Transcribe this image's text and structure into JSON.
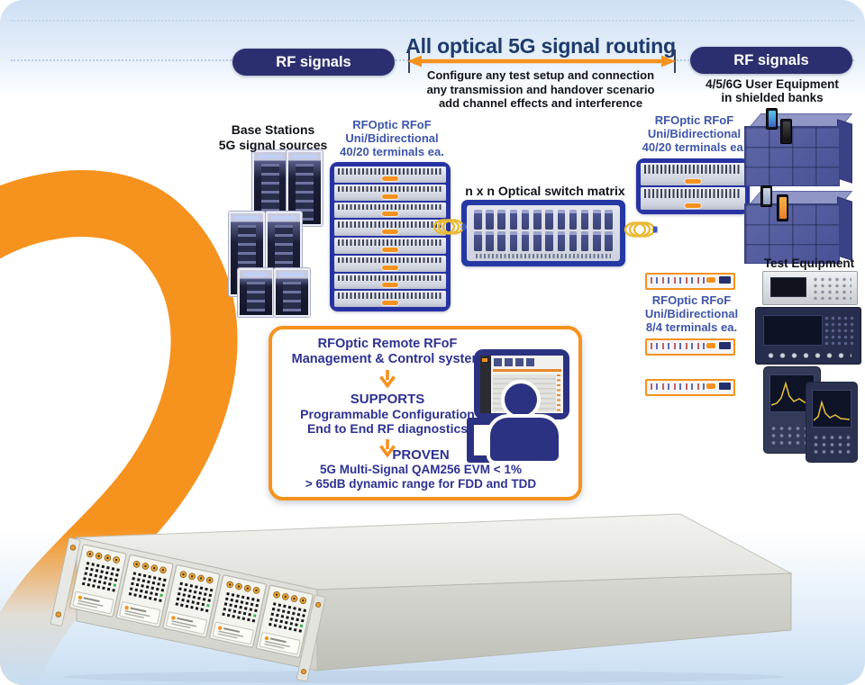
{
  "header": {
    "title": "All optical 5G signal routing",
    "subtitle_lines": {
      "0": "Configure any test setup and connection",
      "1": "any transmission and handover scenario",
      "2": "add channel effects and interference"
    },
    "left_badge": "RF signals",
    "right_badge": "RF signals",
    "right_caption": {
      "0": "4/5/6G User Equipment",
      "1": "in shielded banks"
    }
  },
  "left_column": {
    "base_stations": {
      "0": "Base Stations",
      "1": "5G signal sources"
    },
    "rfof_label": {
      "0": "RFOptic RFoF",
      "1": "Uni/Bidirectional",
      "2": "40/20 terminals ea."
    }
  },
  "center": {
    "matrix_label": "n x n Optical switch matrix"
  },
  "right_column": {
    "rfof_top_label": {
      "0": "RFOptic RFoF",
      "1": "Uni/Bidirectional",
      "2": "40/20 terminals ea."
    },
    "rfof_small_label": {
      "0": "RFOptic RFoF",
      "1": "Uni/Bidirectional",
      "2": "8/4 terminals ea."
    },
    "test_equipment_label": "Test Equipment"
  },
  "management_box": {
    "title_lines": {
      "0": "RFOptic Remote RFoF",
      "1": "Management & Control system"
    },
    "supports_heading": "SUPPORTS",
    "supports_lines": {
      "0": "Programmable Configuration",
      "1": "End to End RF diagnostics"
    },
    "proven_heading": "PROVEN",
    "proven_lines": {
      "0": "5G Multi-Signal QAM256 EVM < 1%",
      "1": "> 65dB dynamic range for FDD and TDD"
    }
  },
  "colors": {
    "accent_orange": "#F6921E",
    "badge_navy": "#2C2F6F",
    "royal_blue": "#2733A3",
    "label_blue": "#3E55A9",
    "management_text": "#2E3192"
  }
}
